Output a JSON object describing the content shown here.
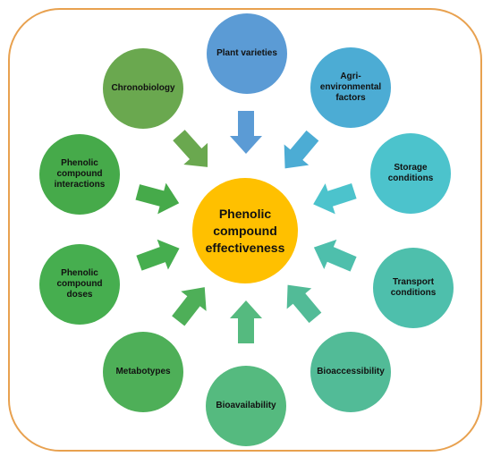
{
  "center": {
    "label": "Phenolic compound effectiveness",
    "color": "#ffc000"
  },
  "factors": [
    {
      "id": "plant-varieties",
      "label": "Plant varieties",
      "color": "#5b9bd5",
      "arrow_color": "#5b9bd5"
    },
    {
      "id": "agri-environmental-factors",
      "label": "Agri-environmental factors",
      "color": "#4cacd4",
      "arrow_color": "#4cacd4"
    },
    {
      "id": "storage-conditions",
      "label": "Storage conditions",
      "color": "#4cc3cc",
      "arrow_color": "#4cc3cc"
    },
    {
      "id": "transport-conditions",
      "label": "Transport conditions",
      "color": "#4ebfac",
      "arrow_color": "#4ebfac"
    },
    {
      "id": "bioaccessibility",
      "label": "Bioaccessibility",
      "color": "#52bb97",
      "arrow_color": "#52bb97"
    },
    {
      "id": "bioavailability",
      "label": "Bioavailability",
      "color": "#55ba7f",
      "arrow_color": "#55ba7f"
    },
    {
      "id": "metabotypes",
      "label": "Metabotypes",
      "color": "#4eaf58",
      "arrow_color": "#4eaf58"
    },
    {
      "id": "phenolic-compound-doses",
      "label": "Phenolic compound doses",
      "color": "#46ae4f",
      "arrow_color": "#46ae4f"
    },
    {
      "id": "phenolic-compound-interactions",
      "label": "Phenolic compound interactions",
      "color": "#46aa4a",
      "arrow_color": "#46aa4a"
    },
    {
      "id": "chronobiology",
      "label": "Chronobiology",
      "color": "#6aa84f",
      "arrow_color": "#6aa84f"
    }
  ],
  "frame_color": "#e8a14f"
}
